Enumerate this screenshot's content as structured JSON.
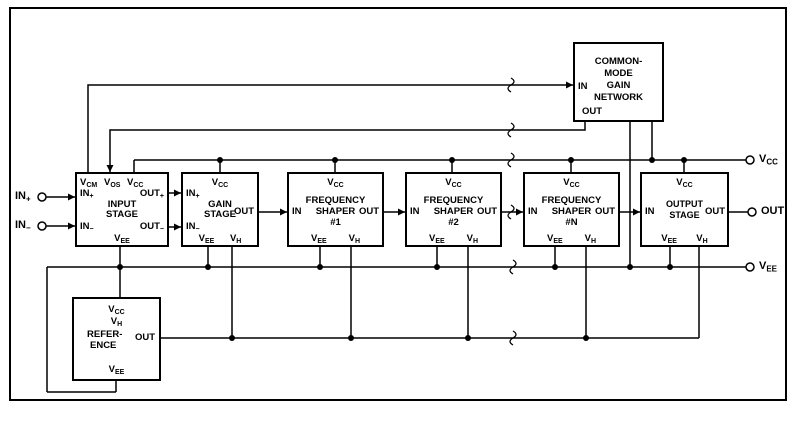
{
  "colors": {
    "background": "#ffffff",
    "line": "#000000"
  },
  "terminals": {
    "in_plus": {
      "b": "IN",
      "s": "+"
    },
    "in_minus": {
      "b": "IN",
      "s": "−"
    },
    "vcc": {
      "b": "V",
      "s": "CC"
    },
    "out": {
      "b": "OUT",
      "s": ""
    },
    "vee": {
      "b": "V",
      "s": "EE"
    }
  },
  "blocks": {
    "input_stage": {
      "title": [
        "INPUT",
        "STAGE"
      ],
      "pins": {
        "vcm": {
          "b": "V",
          "s": "CM"
        },
        "vos": {
          "b": "V",
          "s": "OS"
        },
        "vcc": {
          "b": "V",
          "s": "CC"
        },
        "in_p": {
          "b": "IN",
          "s": "+"
        },
        "out_p": {
          "b": "OUT",
          "s": "+"
        },
        "in_m": {
          "b": "IN",
          "s": "−"
        },
        "out_m": {
          "b": "OUT",
          "s": "−"
        },
        "vee": {
          "b": "V",
          "s": "EE"
        }
      }
    },
    "gain_stage": {
      "title": [
        "GAIN",
        "STAGE"
      ],
      "pins": {
        "vcc": {
          "b": "V",
          "s": "CC"
        },
        "in_p": {
          "b": "IN",
          "s": "+"
        },
        "in_m": {
          "b": "IN",
          "s": "−"
        },
        "out": {
          "b": "OUT",
          "s": ""
        },
        "vee": {
          "b": "V",
          "s": "EE"
        },
        "vh": {
          "b": "V",
          "s": "H"
        }
      }
    },
    "shaper1": {
      "title": [
        "FREQUENCY",
        "SHAPER",
        "#1"
      ],
      "pins": {
        "vcc": {
          "b": "V",
          "s": "CC"
        },
        "in": {
          "b": "IN",
          "s": ""
        },
        "out": {
          "b": "OUT",
          "s": ""
        },
        "vee": {
          "b": "V",
          "s": "EE"
        },
        "vh": {
          "b": "V",
          "s": "H"
        }
      }
    },
    "shaper2": {
      "title": [
        "FREQUENCY",
        "SHAPER",
        "#2"
      ],
      "pins": {
        "vcc": {
          "b": "V",
          "s": "CC"
        },
        "in": {
          "b": "IN",
          "s": ""
        },
        "out": {
          "b": "OUT",
          "s": ""
        },
        "vee": {
          "b": "V",
          "s": "EE"
        },
        "vh": {
          "b": "V",
          "s": "H"
        }
      }
    },
    "shaperN": {
      "title": [
        "FREQUENCY",
        "SHAPER",
        "#N"
      ],
      "pins": {
        "vcc": {
          "b": "V",
          "s": "CC"
        },
        "in": {
          "b": "IN",
          "s": ""
        },
        "out": {
          "b": "OUT",
          "s": ""
        },
        "vee": {
          "b": "V",
          "s": "EE"
        },
        "vh": {
          "b": "V",
          "s": "H"
        }
      }
    },
    "output_stage": {
      "title": [
        "OUTPUT",
        "STAGE"
      ],
      "pins": {
        "vcc": {
          "b": "V",
          "s": "CC"
        },
        "in": {
          "b": "IN",
          "s": ""
        },
        "out": {
          "b": "OUT",
          "s": ""
        },
        "vee": {
          "b": "V",
          "s": "EE"
        },
        "vh": {
          "b": "V",
          "s": "H"
        }
      }
    },
    "common_mode": {
      "title": [
        "COMMON-",
        "MODE",
        "GAIN",
        "NETWORK"
      ],
      "pins": {
        "in": {
          "b": "IN",
          "s": ""
        },
        "out": {
          "b": "OUT",
          "s": ""
        }
      }
    },
    "reference": {
      "title": [
        "REFER-",
        "ENCE"
      ],
      "pins": {
        "vcc": {
          "b": "V",
          "s": "CC"
        },
        "vh": {
          "b": "V",
          "s": "H"
        },
        "out": {
          "b": "OUT",
          "s": ""
        },
        "vee": {
          "b": "V",
          "s": "EE"
        }
      }
    }
  }
}
